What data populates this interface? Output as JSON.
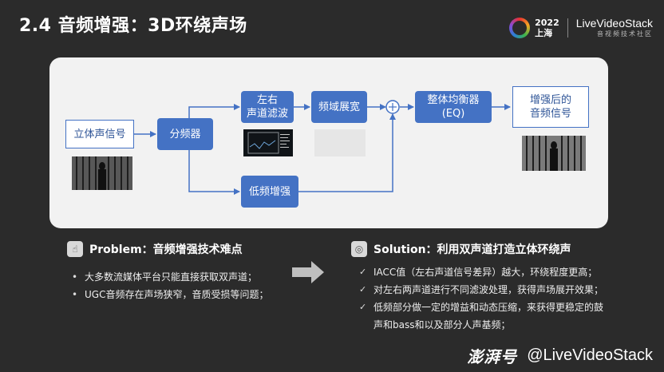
{
  "header": {
    "title": "2.4 音频增强：3D环绕声场",
    "brand_year": "2022",
    "brand_city": "上海",
    "brand_name": "LiveVideoStack",
    "brand_sub": "音视频技术社区"
  },
  "diagram": {
    "input": "立体声信号",
    "splitter": "分频器",
    "lr_filter": [
      "左右",
      "声道滤波"
    ],
    "widen": "频域展宽",
    "low_boost": "低频增强",
    "eq": [
      "整体均衡器",
      "(EQ)"
    ],
    "output": [
      "增强后的",
      "音频信号"
    ]
  },
  "problem": {
    "title": "Problem：音频增强技术难点",
    "items": [
      "大多数流媒体平台只能直接获取双声道；",
      "UGC音频存在声场狭窄，音质受损等问题；"
    ]
  },
  "solution": {
    "title": "Solution：利用双声道打造立体环绕声",
    "items": [
      "IACC值（左右声道信号差异）越大，环绕程度更高；",
      "对左右两声道进行不同滤波处理，获得声场展开效果；",
      "低频部分做一定的增益和动态压缩，来获得更稳定的鼓",
      "声和bass和以及部分人声基频；"
    ]
  },
  "footer": {
    "logo": "澎湃号",
    "handle": "@LiveVideoStack"
  },
  "colors": {
    "box_fill": "#4472c4",
    "line": "#4472c4",
    "background": "#2b2b2b",
    "panel": "#f2f2f2"
  }
}
